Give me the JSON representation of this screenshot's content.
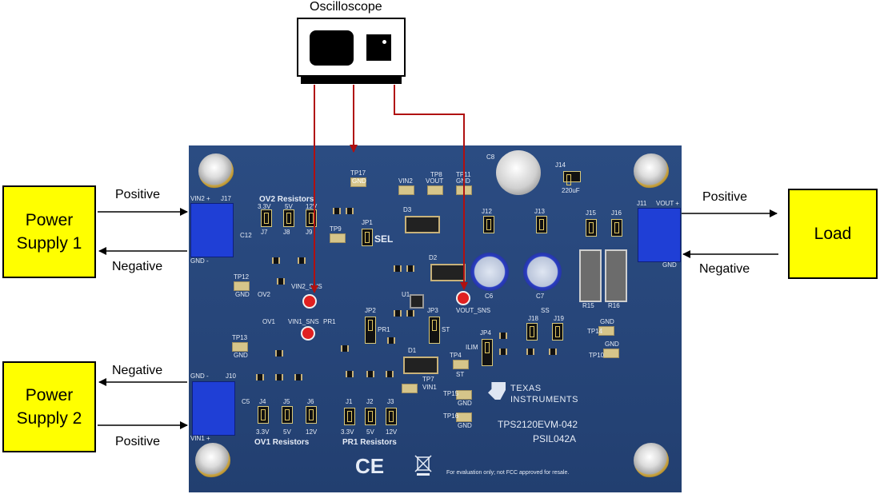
{
  "oscilloscope": {
    "title": "Oscilloscope"
  },
  "boxes": {
    "power_supply_1": {
      "line1": "Power",
      "line2": "Supply 1"
    },
    "power_supply_2": {
      "line1": "Power",
      "line2": "Supply 2"
    },
    "load": {
      "label": "Load"
    }
  },
  "arrows": {
    "ps1_positive": "Positive",
    "ps1_negative": "Negative",
    "ps2_negative": "Negative",
    "ps2_positive": "Positive",
    "load_positive": "Positive",
    "load_negative": "Negative"
  },
  "pcb": {
    "colors": {
      "board": "#27467a",
      "terminal": "#1f3fd6",
      "probe": "#e02020",
      "wire": "#b01010",
      "box": "#ffff00"
    },
    "brand_line1": "TEXAS",
    "brand_line2": "INSTRUMENTS",
    "model": "TPS2120EVM-042",
    "part": "PSIL042A",
    "ce_mark": "CE",
    "disclaimer": "For evaluation only; not FCC approved for resale.",
    "sections": {
      "ov2": "OV2 Resistors",
      "ov1": "OV1 Resistors",
      "pr1": "PR1 Resistors"
    },
    "terminal_labels": {
      "vin2_top": "VIN2 +",
      "j17": "J17",
      "gnd_ps1": "GND -",
      "vout_top": "VOUT +",
      "j11": "J11",
      "gnd_load": "GND",
      "gnd_ps2": "GND -",
      "j10": "J10",
      "vin1_bottom": "VIN1 +"
    },
    "test_points": {
      "tp17": "TP17",
      "gnd1": "GND",
      "vin2": "VIN2",
      "tp8": "TP8",
      "vout": "VOUT",
      "tp11": "TP11",
      "gnd2": "GND",
      "tp12": "TP12",
      "gnd3": "GND",
      "tp13": "TP13",
      "gnd4": "GND",
      "tp9": "TP9",
      "tp7": "TP7",
      "vin1": "VIN1",
      "tp4": "TP4",
      "st": "ST",
      "tp15": "TP15",
      "gnd5": "GND",
      "tp16": "TP16",
      "gnd6": "GND",
      "tp14": "TP14",
      "gnd7": "GND",
      "tp10": "TP10",
      "gnd8": "GND"
    },
    "components": {
      "c8": "C8",
      "j14": "J14",
      "uf220": "220uF",
      "d3": "D3",
      "d2": "D2",
      "d1": "D1",
      "j12": "J12",
      "j13": "J13",
      "j15": "J15",
      "j16": "J16",
      "c6": "C6",
      "c7": "C7",
      "r15": "R15",
      "r16": "R16",
      "c12": "C12",
      "c5": "C5",
      "jp1": "JP1",
      "sel": "SEL",
      "jp2": "JP2",
      "pr1": "PR1",
      "jp3": "JP3",
      "st2": "ST",
      "jp4": "JP4",
      "ilim": "ILIM",
      "j18": "J18",
      "j19": "J19",
      "ss": "SS",
      "u1": "U1",
      "ov2": "OV2",
      "ov1": "OV1",
      "vin2_sns": "VIN2_SNS",
      "vin1_sns": "VIN1_SNS",
      "vout_sns": "VOUT_SNS",
      "j7": "J7",
      "j8": "J8",
      "j9": "J9",
      "j4": "J4",
      "j5": "J5",
      "j6": "J6",
      "j1": "J1",
      "j2": "J2",
      "j3": "J3",
      "v33a": "3.3V",
      "v5a": "5V",
      "v12a": "12V",
      "v33b": "3.3V",
      "v5b": "5V",
      "v12b": "12V",
      "v33c": "3.3V",
      "v5c": "5V",
      "v12c": "12V"
    }
  }
}
